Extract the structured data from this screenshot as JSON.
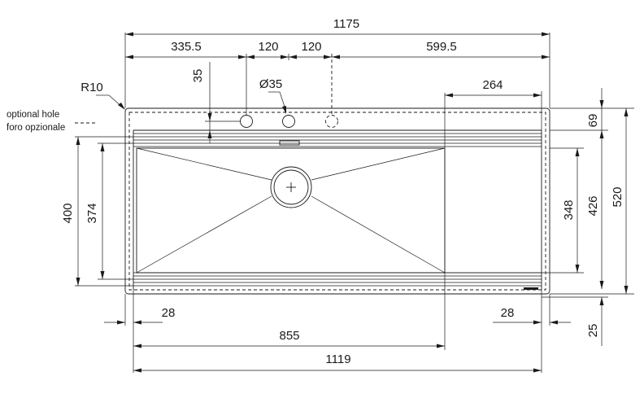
{
  "dimensions": {
    "overall_width": "1175",
    "offset_left": "335.5",
    "hole_spacing_1": "120",
    "hole_spacing_2": "120",
    "offset_right": "599.5",
    "hole_depth": "35",
    "hole_diameter": "Ø35",
    "corner_radius": "R10",
    "drainer_width": "264",
    "back_ledge": "69",
    "bowl_length": "426",
    "overall_depth": "520",
    "inner_depth_400": "400",
    "inner_depth_374": "374",
    "inner_depth_348": "348",
    "margin_left": "28",
    "margin_right": "28",
    "front_margin": "25",
    "bowl_width": "855",
    "inner_width": "1119"
  },
  "notes": {
    "optional_hole_en": "optional hole",
    "optional_hole_it": "foro opzionale"
  },
  "colors": {
    "line": "#1a1a1a",
    "background": "#ffffff"
  }
}
